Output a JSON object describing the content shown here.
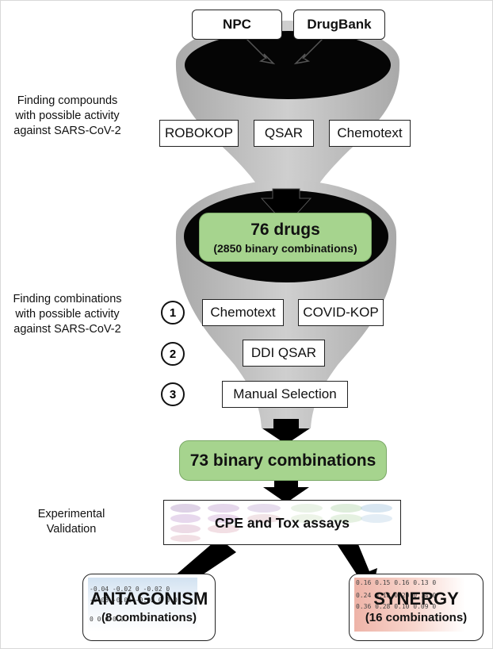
{
  "sources": {
    "npc": "NPC",
    "drugbank": "DrugBank"
  },
  "stage1": {
    "side_label": [
      "Finding compounds",
      "with possible activity",
      "against SARS-CoV-2"
    ],
    "methods": [
      "ROBOKOP",
      "QSAR",
      "Chemotext"
    ]
  },
  "drugs": {
    "count": "76 drugs",
    "combos": "(2850 binary combinations)"
  },
  "stage2": {
    "side_label": [
      "Finding combinations",
      "with possible activity",
      "against SARS-CoV-2"
    ],
    "steps": [
      {
        "num": "1",
        "methods": [
          "Chemotext",
          "COVID-KOP"
        ]
      },
      {
        "num": "2",
        "methods": [
          "DDI QSAR"
        ]
      },
      {
        "num": "3",
        "methods": [
          "Manual Selection"
        ]
      }
    ]
  },
  "binary": {
    "label": "73 binary combinations"
  },
  "validation": {
    "side_label": [
      "Experimental",
      "Validation"
    ],
    "assay_label": "CPE and Tox assays"
  },
  "results": {
    "antagonism": {
      "title": "ANTAGONISM",
      "sub": "(8 combinations)"
    },
    "synergy": {
      "title": "SYNERGY",
      "sub": "(16 combinations)"
    }
  },
  "heat_antag": [
    [
      "-0.04",
      "-0.02",
      "0",
      "-0.02",
      "0"
    ],
    [
      "-0.03",
      "-0.01",
      "-0.02",
      "0",
      "0.01"
    ],
    [
      "0",
      "0",
      "0",
      "0",
      "0"
    ]
  ],
  "heat_syn": [
    [
      "0.16",
      "0.15",
      "0.16",
      "0.13",
      "0"
    ],
    [
      "0.24",
      "0.18",
      "0.20",
      "0.14",
      "0"
    ],
    [
      "0.36",
      "0.28",
      "0.10",
      "0.09",
      "0"
    ]
  ],
  "colors": {
    "funnel": "#c0c0c0",
    "funnel_dark": "#a6a6a6",
    "ellipse": "#050505",
    "green": "#a6d48e",
    "arrow": "#000000"
  }
}
